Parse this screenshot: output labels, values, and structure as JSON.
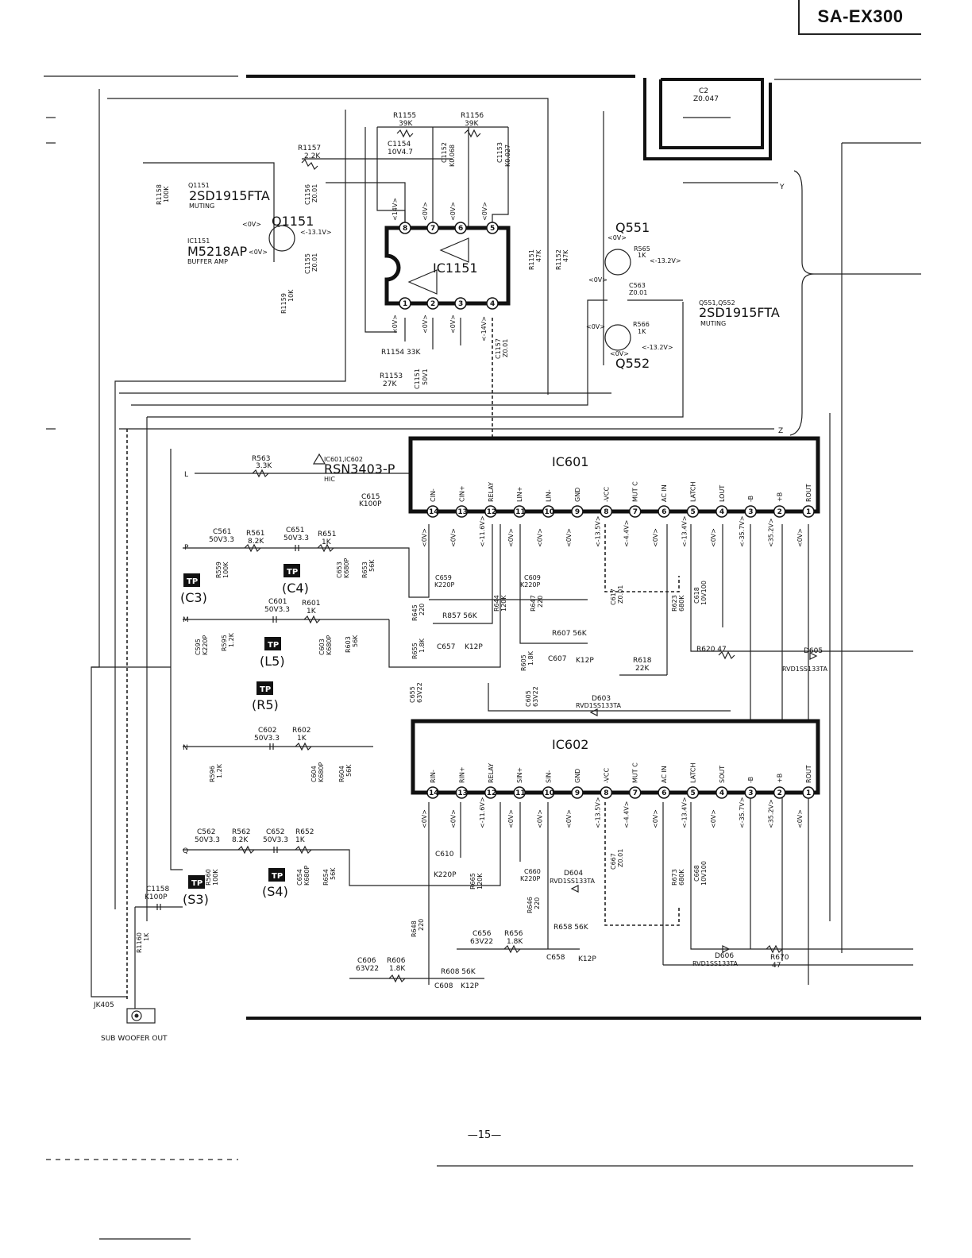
{
  "header": {
    "model": "SA-EX300"
  },
  "footer": {
    "page": "—15—"
  },
  "top_cap": {
    "ref": "C2",
    "value": "Z0.047"
  },
  "section_a": {
    "r1155": [
      "R1155",
      "39K"
    ],
    "r1156": [
      "R1156",
      "39K"
    ],
    "c1154": [
      "C1154",
      "10V4.7"
    ],
    "c1152": [
      "C1152",
      "K0.068"
    ],
    "c1153": [
      "C1153",
      "K0.027"
    ],
    "r1157": [
      "R1157",
      "2.2K"
    ],
    "r1158": [
      "R1158",
      "100K"
    ],
    "q1151_ref": "Q1151",
    "q1151_part": "2SD1915FTA",
    "q1151_func": "MUTING",
    "ic1151_ref": "IC1151",
    "ic1151_part": "M5218AP",
    "ic1151_func": "BUFFER AMP",
    "c1156": [
      "C1156",
      "Z0.01"
    ],
    "c1155": [
      "C1155",
      "Z0.01"
    ],
    "r1159": [
      "R1159",
      "10K"
    ],
    "ic_label": "IC1151",
    "r1154": "R1154 33K",
    "r1153": [
      "R1153",
      "27K"
    ],
    "c1151": [
      "C1151",
      "50V1"
    ],
    "c1157": [
      "C1157",
      "Z0.01"
    ],
    "r1151": [
      "R1151",
      "47K"
    ],
    "r1152": [
      "R1152",
      "47K"
    ],
    "q551": "Q551",
    "q552": "Q552",
    "r565": [
      "R565",
      "1K"
    ],
    "r566": [
      "R566",
      "1K"
    ],
    "c563": [
      "C563",
      "Z0.01"
    ],
    "q551_552": "Q551,Q552",
    "q551_552_part": "2SD1915FTA",
    "q551_552_func": "MUTING",
    "volts": {
      "v0": "<0V>",
      "v141": "<-13.1V>",
      "v14": "<14V>",
      "vm14": "<-14V>",
      "vm132": "<-13.2V>"
    },
    "y": "Y",
    "z": "Z"
  },
  "section_b": {
    "l": "L",
    "p": "P",
    "m": "M",
    "n": "N",
    "q": "Q",
    "r563": [
      "R563",
      "3.3K"
    ],
    "warning": "IC601,IC602",
    "hic_part": "RSN3403-P",
    "hic": "HIC",
    "c615": [
      "C615",
      "K100P"
    ],
    "c561": [
      "C561",
      "50V3.3"
    ],
    "r561": [
      "R561",
      "8.2K"
    ],
    "c651": [
      "C651",
      "50V3.3"
    ],
    "r651": [
      "R651",
      "1K"
    ],
    "r559": [
      "R559",
      "100K"
    ],
    "c653": [
      "C653",
      "K680P"
    ],
    "r653": [
      "R653",
      "56K"
    ],
    "tp": "TP",
    "c3": "(C3)",
    "c4": "(C4)",
    "l5": "(L5)",
    "r5": "(R5)",
    "s3": "(S3)",
    "s4": "(S4)",
    "c601": [
      "C601",
      "50V3.3"
    ],
    "r601": [
      "R601",
      "1K"
    ],
    "c595": [
      "C595",
      "K220P"
    ],
    "r595": [
      "R595",
      "1.2K"
    ],
    "c603": [
      "C603",
      "K680P"
    ],
    "r603": [
      "R603",
      "56K"
    ],
    "c659": [
      "C659",
      "K220P"
    ],
    "c609": [
      "C609",
      "K220P"
    ],
    "r644": [
      "R644",
      "120K"
    ],
    "r647": [
      "R647",
      "220"
    ],
    "r645": [
      "R645",
      "220"
    ],
    "r857": "R857 56K",
    "r655": [
      "R655",
      "1.8K"
    ],
    "c657": "C657",
    "k12p": "K12P",
    "r607": "R607 56K",
    "r605": [
      "R605",
      "1.8K"
    ],
    "c607": "C607",
    "r618": [
      "R618",
      "22K"
    ],
    "r620": "R620  47",
    "d605": [
      "D605",
      "RVD1SS133TA"
    ],
    "c617": [
      "C617",
      "Z0.01"
    ],
    "r623": [
      "R623",
      "680K"
    ],
    "c618": [
      "C618",
      "10V100"
    ],
    "c655": [
      "C655",
      "63V22"
    ],
    "c605": [
      "C605",
      "63V22"
    ],
    "d603": [
      "D603",
      "RVD1SS133TA"
    ],
    "c602": [
      "C602",
      "50V3.3"
    ],
    "r602": [
      "R602",
      "1K"
    ],
    "r596": [
      "R596",
      "1.2K"
    ],
    "c604": [
      "C604",
      "K680P"
    ],
    "r604": [
      "R604",
      "56K"
    ],
    "c562": [
      "C562",
      "50V3.3"
    ],
    "r562": [
      "R562",
      "8.2K"
    ],
    "c652": [
      "C652",
      "50V3.3"
    ],
    "r652": [
      "R652",
      "1K"
    ],
    "r560": [
      "R560",
      "100K"
    ],
    "c654": [
      "C654",
      "K680P"
    ],
    "r654": [
      "R654",
      "56K"
    ],
    "c1158": [
      "C1158",
      "K100P"
    ],
    "r1160": [
      "R1160",
      "1K"
    ],
    "c610": [
      "C610",
      "K220P"
    ],
    "r665": [
      "R665",
      "120K"
    ],
    "c660": [
      "C660",
      "K220P"
    ],
    "d604": [
      "D604",
      "RVD1SS133TA"
    ],
    "c667": [
      "C667",
      "Z0.01"
    ],
    "r673": [
      "R673",
      "680K"
    ],
    "c668": [
      "C668",
      "10V100"
    ],
    "r646": [
      "R646",
      "220"
    ],
    "r648": [
      "R648",
      "220"
    ],
    "r658": "R658 56K",
    "c656": [
      "C656",
      "63V22"
    ],
    "r656": [
      "R656",
      "1.8K"
    ],
    "c658": "C658",
    "c606": [
      "C606",
      "63V22"
    ],
    "r606": [
      "R606",
      "1.8K"
    ],
    "r608": "R608 56K",
    "c608": "C608",
    "d606": [
      "D606",
      "RVD1SS133TA"
    ],
    "r670": [
      "R670",
      "47"
    ],
    "jk405": "JK405",
    "sub": "SUB WOOFER OUT",
    "ic601": "IC601",
    "ic602": "IC602",
    "ic601_pins": [
      "CIN-",
      "CIN+",
      "RELAY",
      "LIN+",
      "LIN-",
      "GND",
      "-VCC",
      "MUT C",
      "AC IN",
      "LATCH",
      "LOUT",
      "-B",
      "+B",
      "ROUT"
    ],
    "ic602_pins": [
      "RIN-",
      "RIN+",
      "RELAY",
      "SIN+",
      "SIN-",
      "GND",
      "-VCC",
      "MUT C",
      "AC IN",
      "LATCH",
      "SOUT",
      "-B",
      "+B",
      "ROUT"
    ],
    "pin_numbers": [
      "14",
      "13",
      "12",
      "11",
      "10",
      "9",
      "8",
      "7",
      "6",
      "5",
      "4",
      "3",
      "2",
      "1"
    ],
    "ic601_volts": [
      "<0V>",
      "<0V>",
      "<-11.6V>",
      "<0V>",
      "<0V>",
      "<0V>",
      "<-13.5V>",
      "<-4.4V>",
      "<0V>",
      "<-13.4V>",
      "<0V>",
      "<-35.7V>",
      "<35.2V>",
      "<0V>"
    ],
    "ic602_volts": [
      "<0V>",
      "<0V>",
      "<-11.6V>",
      "<0V>",
      "<0V>",
      "<0V>",
      "<-13.5V>",
      "<-4.4V>",
      "<0V>",
      "<-13.4V>",
      "<0V>",
      "<-35.7V>",
      "<35.2V>",
      "<0V>"
    ]
  }
}
